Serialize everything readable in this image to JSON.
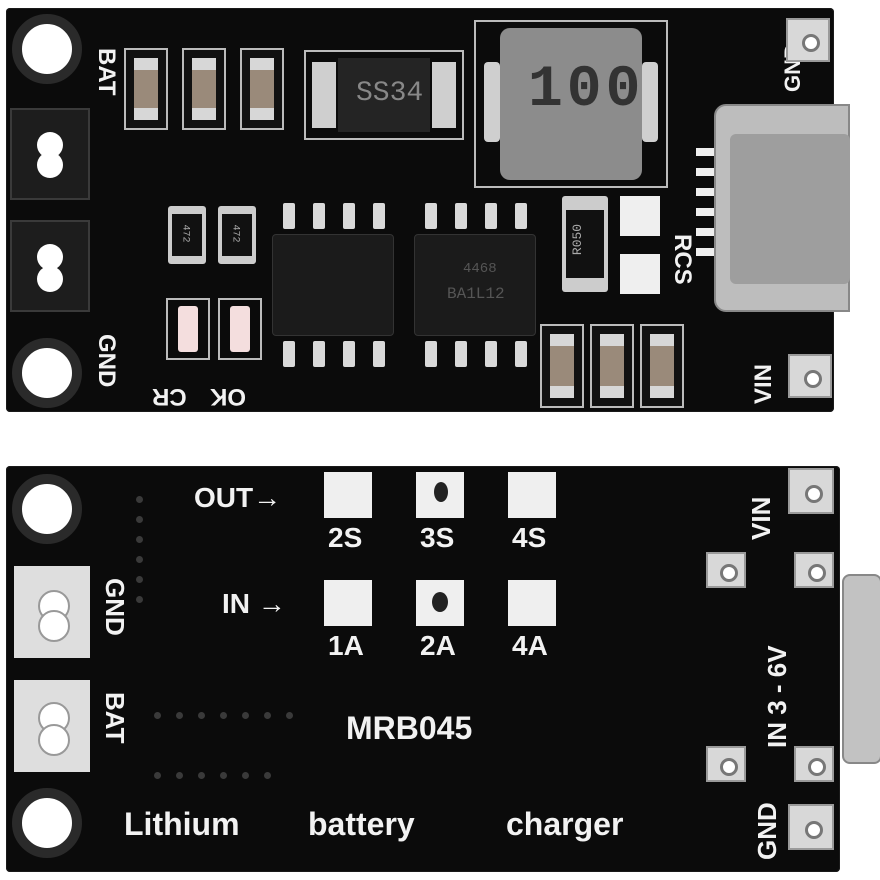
{
  "top_board": {
    "labels": {
      "bat": "BAT",
      "gnd_top_right": "GND",
      "gnd_left": "GND",
      "vin": "VIN",
      "rcs": "RCS",
      "ok": "OK",
      "cr": "CR"
    },
    "components": {
      "diode": "SS34",
      "inductor": "100",
      "resistor_rcs": "R050",
      "resistor_1": "472",
      "resistor_2": "472",
      "chip_left": "",
      "chip_right_line1": "4468",
      "chip_right_line2": "BA1L12"
    }
  },
  "bottom_board": {
    "out_label": "OUT→",
    "in_label": "IN →",
    "out_options": [
      "2S",
      "3S",
      "4S"
    ],
    "in_options": [
      "1A",
      "2A",
      "4A"
    ],
    "model": "MRB045",
    "description_words": [
      "Lithium",
      "battery",
      "charger"
    ],
    "gnd_left": "GND",
    "bat_left": "BAT",
    "vin": "VIN",
    "input_range": "IN  3 - 6V",
    "gnd_bottom_right": "GND"
  },
  "colors": {
    "pcb": "#0b0b0b",
    "silkscreen": "#f2f2f2",
    "pad": "#d8d8d8"
  }
}
